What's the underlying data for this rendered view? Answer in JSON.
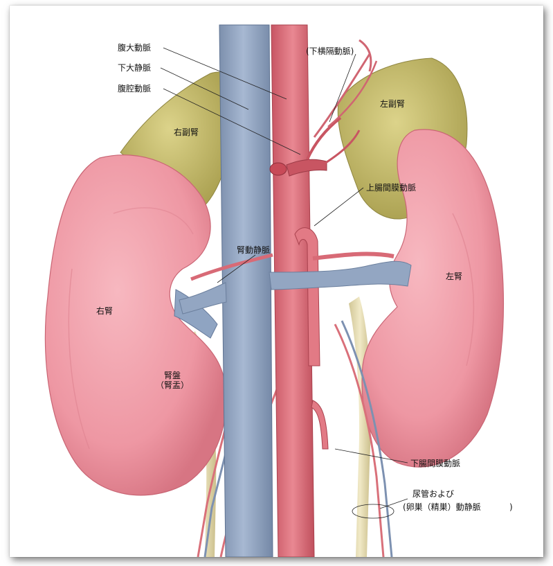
{
  "labels": {
    "abdominal_aorta": "腹大動脈",
    "inferior_vena_cava": "下大静脈",
    "celiac_artery": "腹腔動脈",
    "inferior_phrenic_artery": "(下横隔動脈)",
    "left_adrenal": "左副腎",
    "right_adrenal": "右副腎",
    "superior_mesenteric_artery": "上腸間膜動脈",
    "renal_artery_vein": "腎動静脈",
    "left_kidney": "左腎",
    "right_kidney": "右腎",
    "renal_pelvis_line1": "腎盤",
    "renal_pelvis_line2": "（腎盂）",
    "inferior_mesenteric_artery": "下腸間膜動脈",
    "ureter_line1": "尿管および",
    "ureter_line2": "(卵巣（精巣）動静脈",
    "ureter_line2_close": ")"
  },
  "colors": {
    "kidney": "#f19aa5",
    "kidney_dark": "#d9707e",
    "adrenal": "#c9c070",
    "adrenal_dark": "#a09748",
    "aorta": "#e0707a",
    "aorta_dark": "#b94a55",
    "vena_cava": "#93a6c2",
    "vena_cava_dark": "#6b7f9d",
    "ureter": "#e6dcae"
  }
}
